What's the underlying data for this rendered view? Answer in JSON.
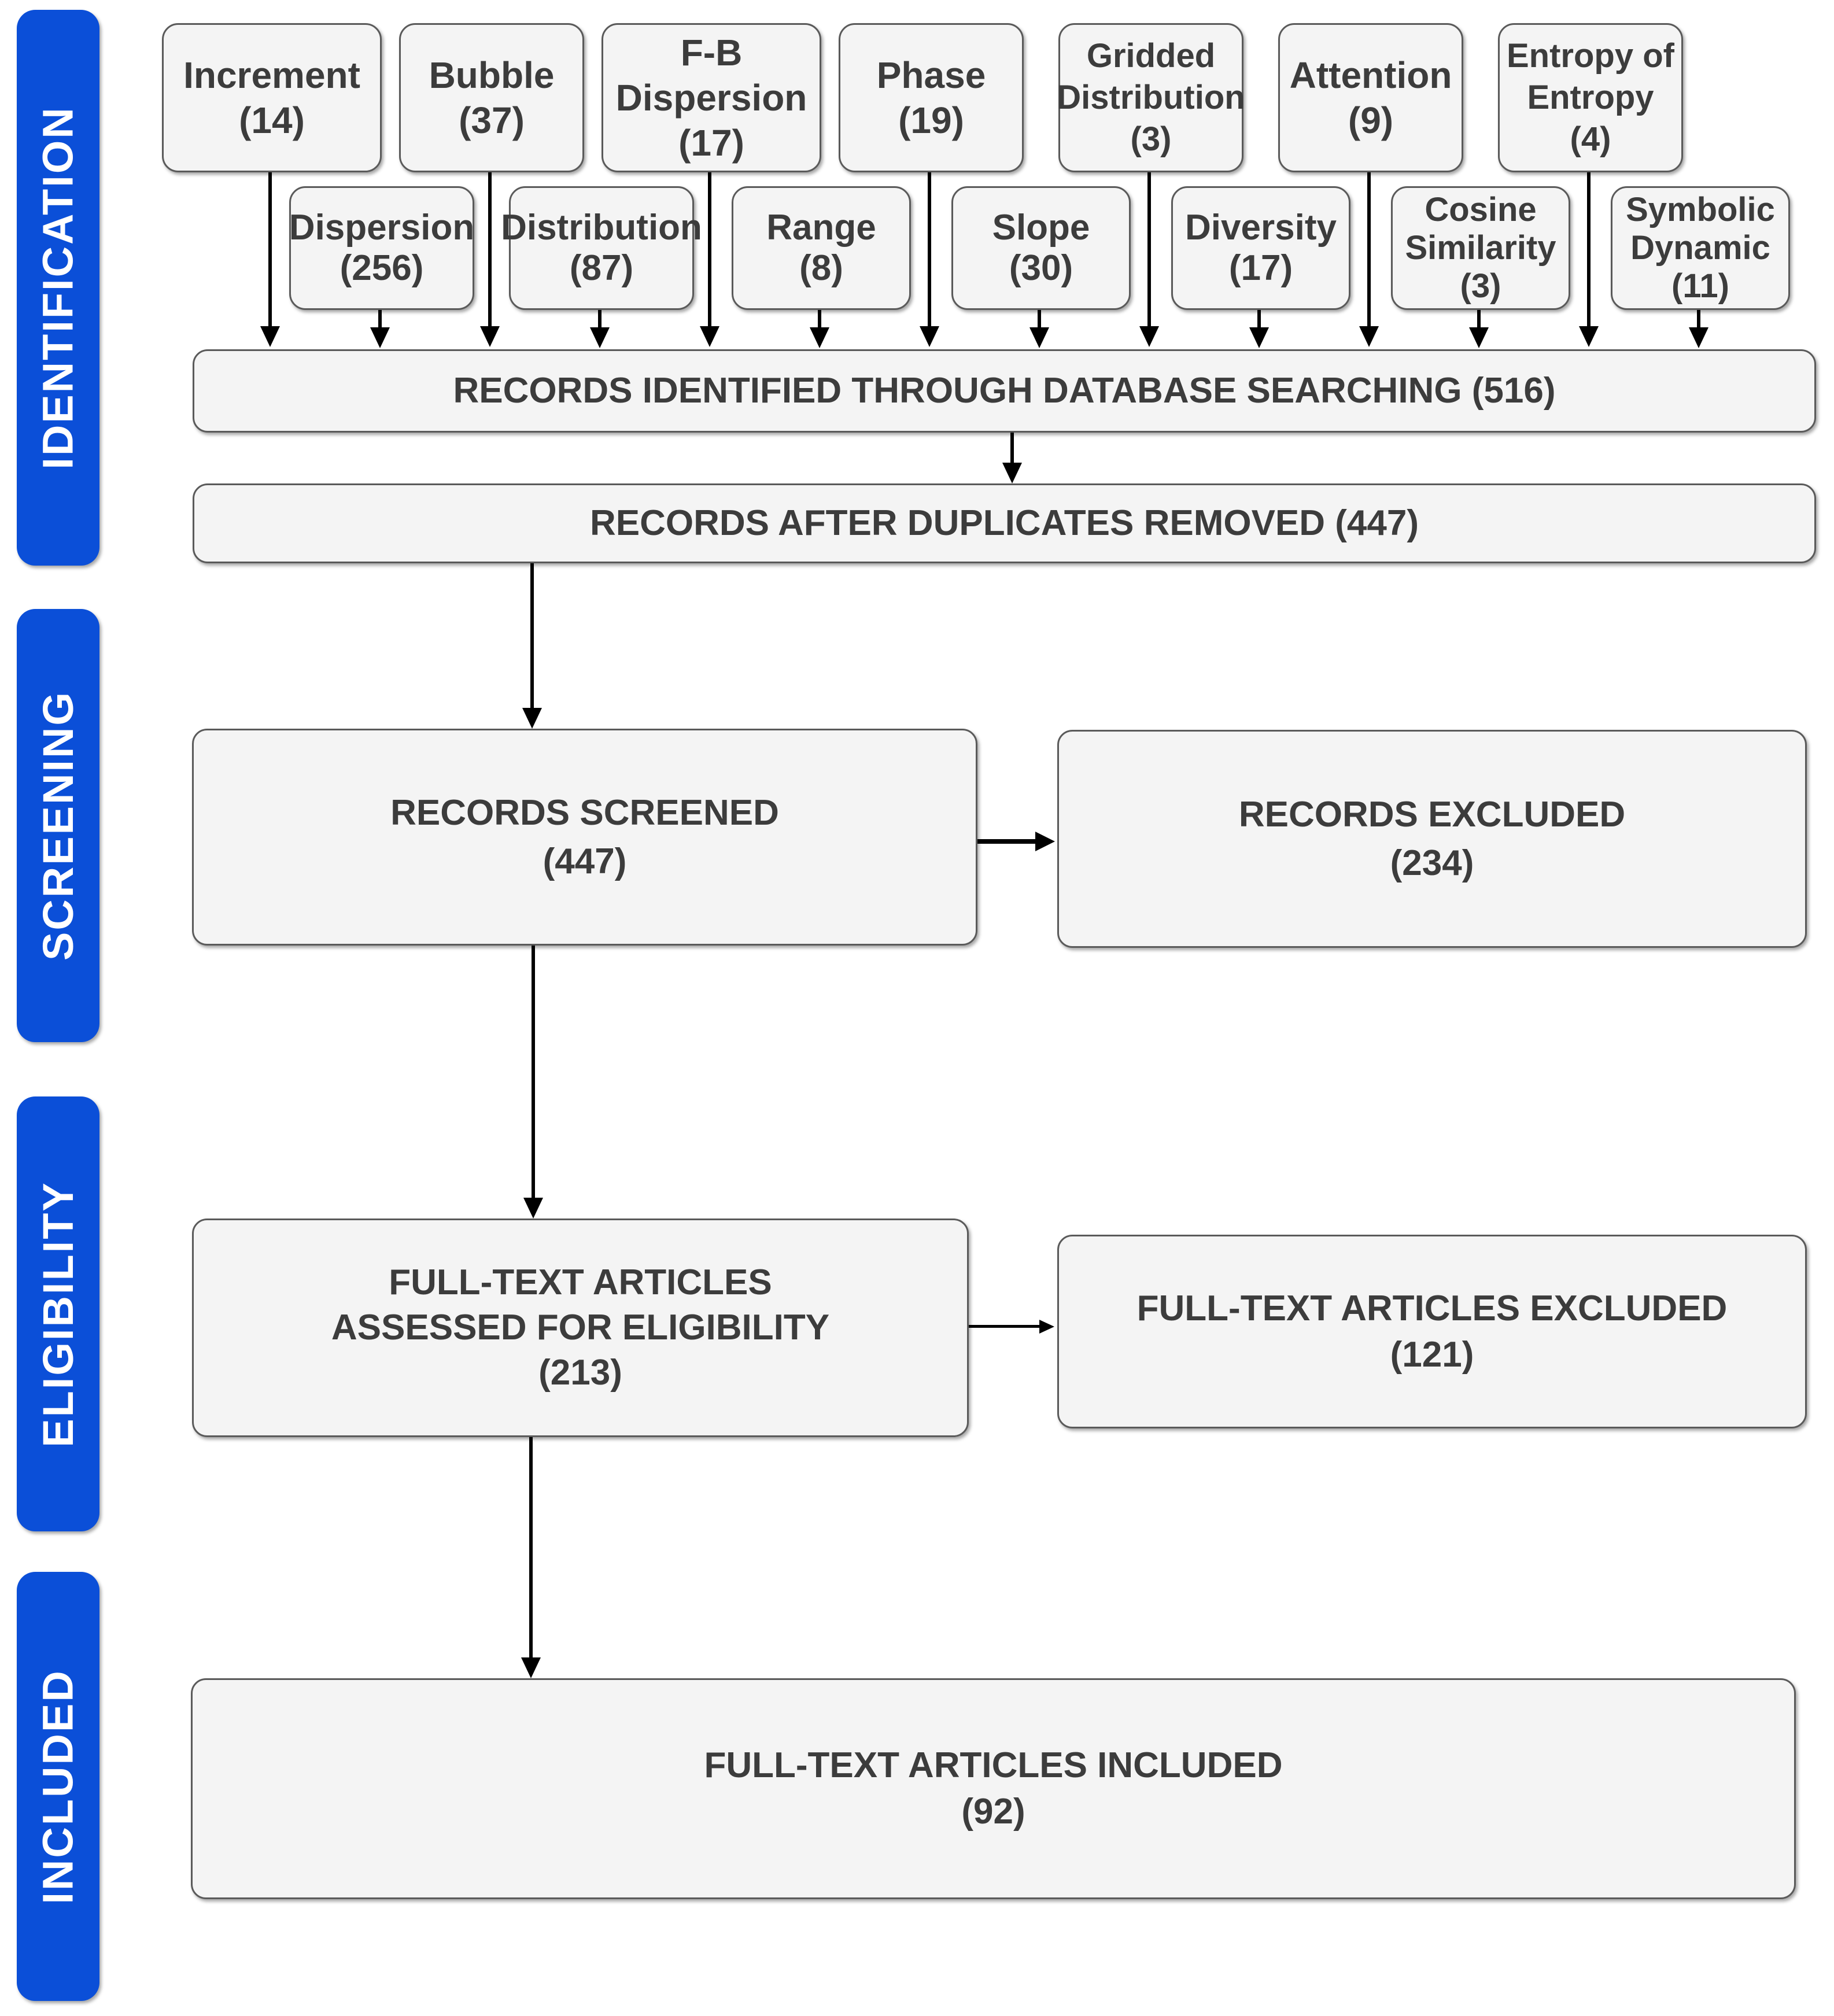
{
  "colors": {
    "tab_blue": "#0b4fd8",
    "box_fill": "#f4f4f4",
    "box_border": "#5a5a5a",
    "text": "#3c3c3c",
    "arrow": "#000000"
  },
  "sidebar": [
    {
      "id": "identification",
      "label": "IDENTIFICATION"
    },
    {
      "id": "screening",
      "label": "SCREENING"
    },
    {
      "id": "eligibility",
      "label": "ELIGIBILITY"
    },
    {
      "id": "included",
      "label": "INCLUDED"
    }
  ],
  "methods_row1": [
    {
      "name": "Increment",
      "count": 14,
      "lines": [
        "Increment",
        "(14)"
      ]
    },
    {
      "name": "Bubble",
      "count": 37,
      "lines": [
        "Bubble",
        "(37)"
      ]
    },
    {
      "name": "F-B Dispersion",
      "count": 17,
      "lines": [
        "F-B",
        "Dispersion",
        "(17)"
      ]
    },
    {
      "name": "Phase",
      "count": 19,
      "lines": [
        "Phase",
        "(19)"
      ]
    },
    {
      "name": "Gridded Distribution",
      "count": 3,
      "lines": [
        "Gridded",
        "Distribution",
        "(3)"
      ]
    },
    {
      "name": "Attention",
      "count": 9,
      "lines": [
        "Attention",
        "(9)"
      ]
    },
    {
      "name": "Entropy of Entropy",
      "count": 4,
      "lines": [
        "Entropy of",
        "Entropy",
        "(4)"
      ]
    }
  ],
  "methods_row2": [
    {
      "name": "Dispersion",
      "count": 256,
      "lines": [
        "Dispersion",
        "(256)"
      ]
    },
    {
      "name": "Distribution",
      "count": 87,
      "lines": [
        "Distribution",
        "(87)"
      ]
    },
    {
      "name": "Range",
      "count": 8,
      "lines": [
        "Range",
        "(8)"
      ]
    },
    {
      "name": "Slope",
      "count": 30,
      "lines": [
        "Slope",
        "(30)"
      ]
    },
    {
      "name": "Diversity",
      "count": 17,
      "lines": [
        "Diversity",
        "(17)"
      ]
    },
    {
      "name": "Cosine Similarity",
      "count": 3,
      "lines": [
        "Cosine",
        "Similarity",
        "(3)"
      ]
    },
    {
      "name": "Symbolic Dynamic",
      "count": 11,
      "lines": [
        "Symbolic",
        "Dynamic",
        "(11)"
      ]
    }
  ],
  "stages": {
    "identified": {
      "count": 516,
      "lines": [
        "RECORDS IDENTIFIED THROUGH DATABASE SEARCHING (516)"
      ]
    },
    "deduplicated": {
      "count": 447,
      "lines": [
        "RECORDS AFTER DUPLICATES REMOVED (447)"
      ]
    },
    "screened": {
      "count": 447,
      "lines": [
        "RECORDS SCREENED",
        "(447)"
      ]
    },
    "records_excluded": {
      "count": 234,
      "lines": [
        "RECORDS EXCLUDED",
        "(234)"
      ]
    },
    "assessed": {
      "count": 213,
      "lines": [
        "FULL-TEXT ARTICLES",
        "ASSESSED FOR ELIGIBILITY",
        "(213)"
      ]
    },
    "fulltext_excluded": {
      "count": 121,
      "lines": [
        "FULL-TEXT ARTICLES EXCLUDED",
        "(121)"
      ]
    },
    "included": {
      "count": 92,
      "lines": [
        "FULL-TEXT ARTICLES INCLUDED",
        "(92)"
      ]
    }
  }
}
